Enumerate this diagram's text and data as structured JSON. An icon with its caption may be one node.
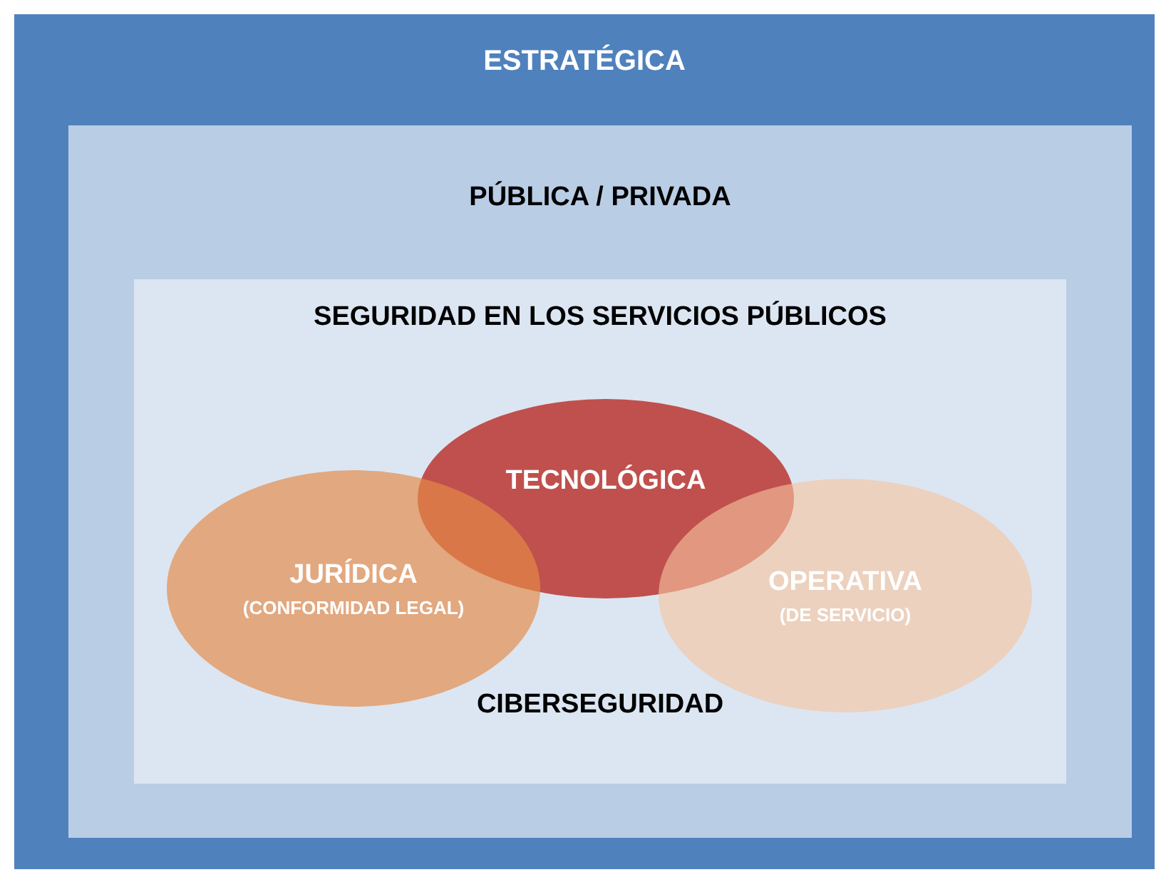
{
  "diagram": {
    "nodes": [
      {
        "text": [
          "ESTRATÉGICA"
        ]
      },
      {
        "text": [
          "PÚBLICA / PRIVADA"
        ],
        "in": 0
      },
      {
        "text": [
          "SEGURIDAD EN LOS SERVICIOS PÚBLICOS",
          "CIBERSEGURIDAD"
        ],
        "in": 1
      },
      {
        "text": [
          "TECNOLÓGICA"
        ],
        "in": 2
      },
      {
        "text": [
          "JURÍDICA",
          "(CONFORMIDAD LEGAL)"
        ],
        "in": 2
      },
      {
        "text": [
          "OPERATIVA",
          "(DE SERVICIO)"
        ],
        "in": 2
      }
    ]
  }
}
